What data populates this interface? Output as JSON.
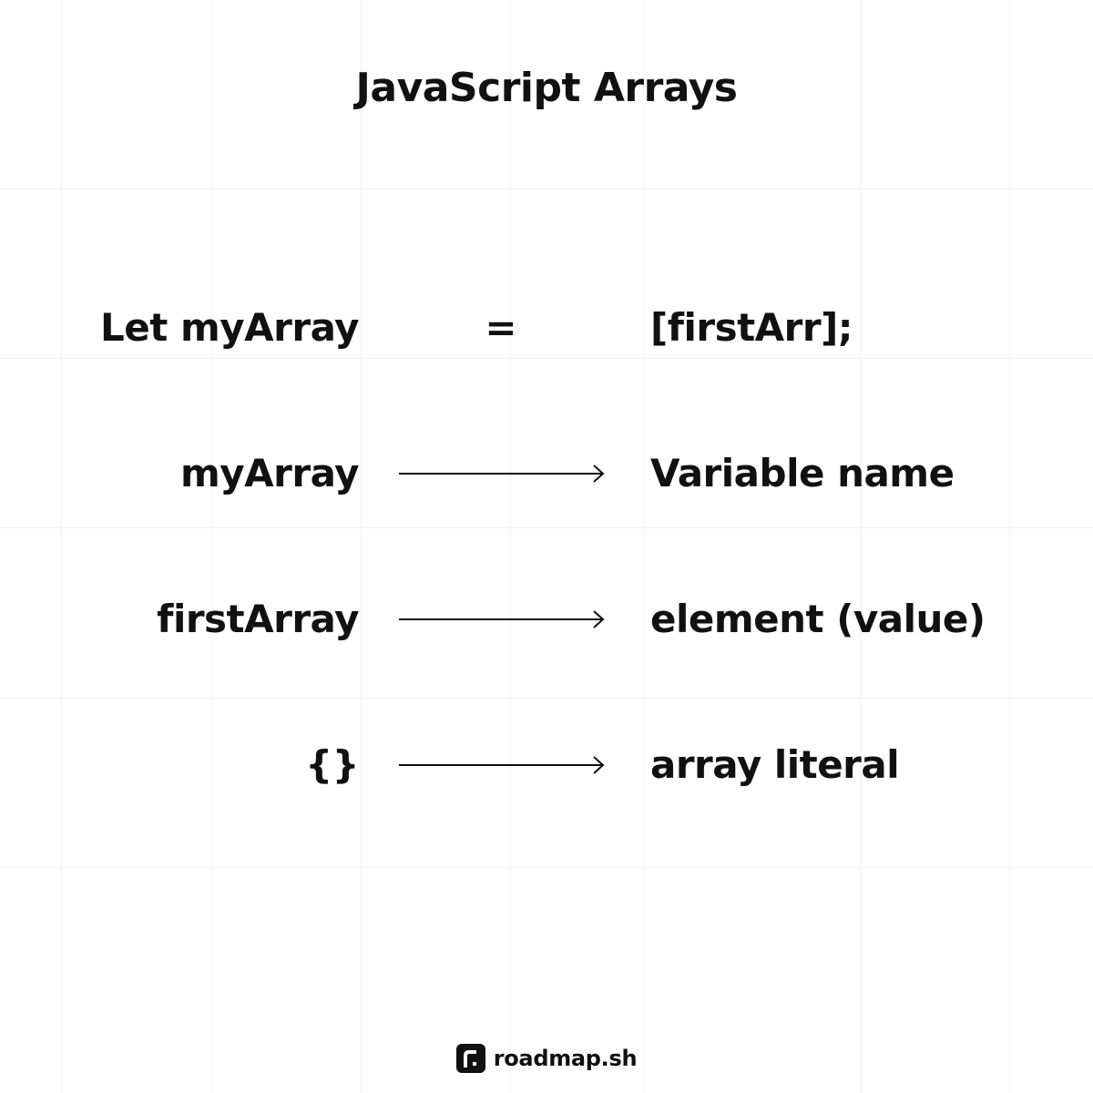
{
  "title": "JavaScript Arrays",
  "declaration": {
    "left": "Let myArray",
    "operator": "=",
    "right": "[firstArr];"
  },
  "mappings": [
    {
      "term": "myArray",
      "meaning": "Variable name"
    },
    {
      "term": "firstArray",
      "meaning": "element (value)"
    },
    {
      "term": "{}",
      "meaning": "array literal"
    }
  ],
  "footer": {
    "logo_icon": "roadmap-logo-icon",
    "brand": "roadmap.sh"
  }
}
